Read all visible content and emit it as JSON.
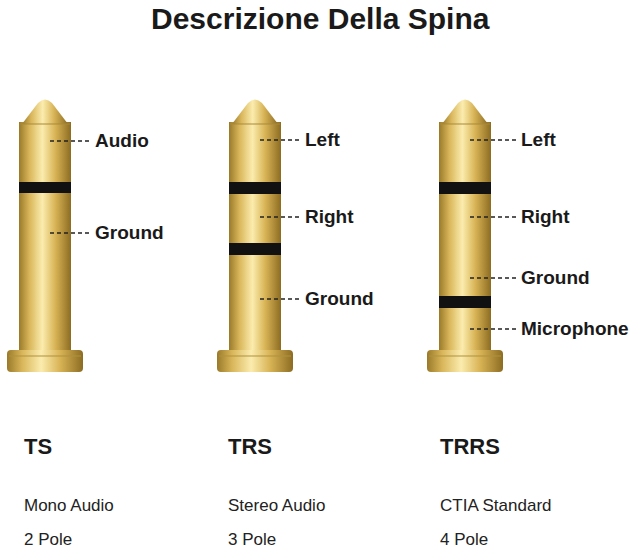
{
  "diagram": {
    "title": "Descrizione Della Spina",
    "labels": [
      "Audio",
      "Ground",
      "Left",
      "Right",
      "Ground",
      "Left",
      "Right",
      "Ground",
      "Microphone",
      "TS",
      "Mono Audio",
      "2 Pole",
      "TRS",
      "Stereo Audio",
      "3 Pole",
      "TRRS",
      "CTIA Standard",
      "4 Pole"
    ]
  }
}
